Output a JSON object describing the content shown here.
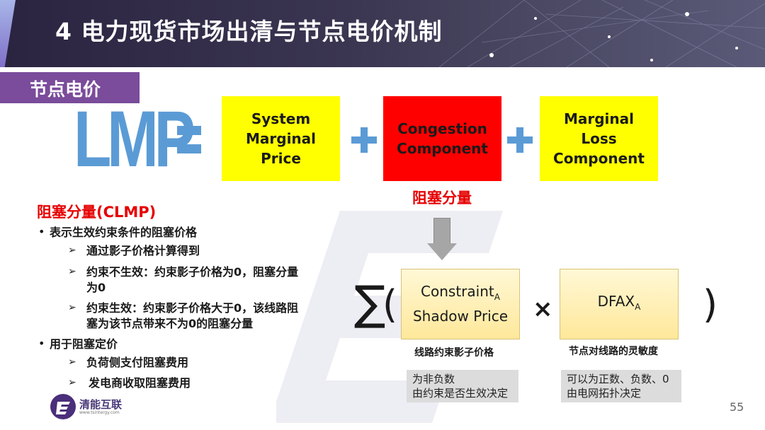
{
  "header": {
    "title": "4 电力现货市场出清与节点电价机制"
  },
  "section": {
    "subtitle": "节点电价"
  },
  "equation": {
    "lhs": "LMP",
    "terms": [
      {
        "lines": [
          "System",
          "Marginal",
          "Price"
        ],
        "color": "#ffff00"
      },
      {
        "lines": [
          "Congestion",
          "Component"
        ],
        "color": "#ff0000"
      },
      {
        "lines": [
          "Marginal",
          "Loss",
          "Component"
        ],
        "color": "#ffff00"
      }
    ],
    "congestion_caption": "阻塞分量"
  },
  "clmp": {
    "heading": "阻塞分量(CLMP)",
    "points": [
      {
        "text": "表示生效约束条件的阻塞价格",
        "subs": [
          [
            "通过影子价格计算得到"
          ],
          [
            "约束不生效：约束影子价格为0，阻塞分量",
            "为0"
          ],
          [
            "约束生效：约束影子价格大于0，该线路阻",
            "塞为该节点带来不为0的阻塞分量"
          ]
        ]
      },
      {
        "text": "用于阻塞定价",
        "subs": [
          [
            "负荷侧支付阻塞费用"
          ],
          [
            "发电商收取阻塞费用"
          ]
        ]
      }
    ]
  },
  "formula": {
    "sigma": "∑(",
    "close": ")",
    "times": "×",
    "csp": {
      "name": "Constraint",
      "sub": "A",
      "line2": "Shadow Price"
    },
    "dfax": {
      "name": "DFAX",
      "sub": "A"
    },
    "csp_caption": "线路约束影子价格",
    "dfax_caption": "节点对线路的灵敏度",
    "csp_note": [
      "为非负数",
      "由约束是否生效决定"
    ],
    "dfax_note": [
      "可以为正数、负数、0",
      "由电网拓扑决定"
    ]
  },
  "footer": {
    "logo_text": "清能互联",
    "logo_url": "www.tsintergy.com",
    "page_number": "55"
  },
  "colors": {
    "header_bg": "#2e2a44",
    "tab_bg": "#7a4c9b",
    "lmp_blue": "#5b9bd5",
    "red_text": "#e60000"
  }
}
